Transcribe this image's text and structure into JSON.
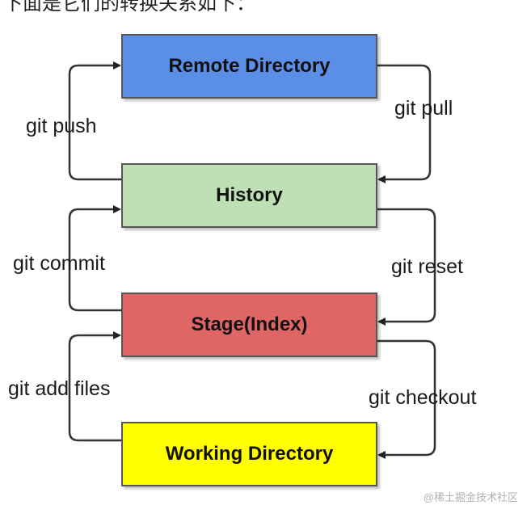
{
  "caption": "下面是它们的转换关系如下：",
  "boxes": {
    "remote": {
      "label": "Remote Directory",
      "color": "#5b8ee6"
    },
    "history": {
      "label": "History",
      "color": "#bfe0b5"
    },
    "stage": {
      "label": "Stage(Index)",
      "color": "#e06666"
    },
    "working": {
      "label": "Working Directory",
      "color": "#ffff00"
    }
  },
  "operations": {
    "push": "git push",
    "pull": "git pull",
    "commit": "git commit",
    "reset": "git reset",
    "add": "git add files",
    "checkout": "git checkout"
  },
  "watermark": "@稀土掘金技术社区"
}
